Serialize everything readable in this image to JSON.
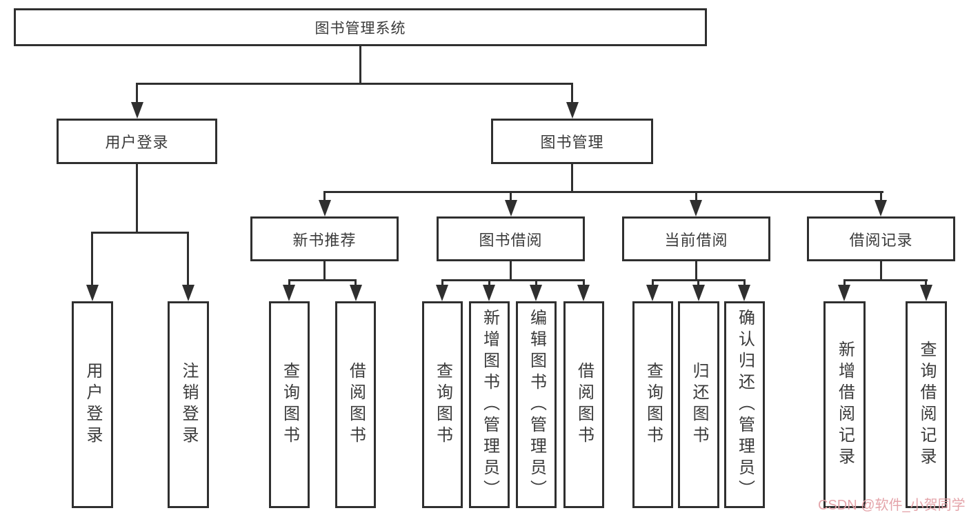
{
  "colors": {
    "background": "#ffffff",
    "line": "#2f2f2f",
    "text": "#3a3a3a",
    "watermark": "#e3a0a6"
  },
  "nodes": {
    "root": {
      "label": "图书管理系统"
    },
    "user_login": {
      "label": "用户登录"
    },
    "book_mgmt": {
      "label": "图书管理"
    },
    "new_books": {
      "label": "新书推荐"
    },
    "book_borrow": {
      "label": "图书借阅"
    },
    "current_borrow": {
      "label": "当前借阅"
    },
    "borrow_records": {
      "label": "借阅记录"
    },
    "leaf_user_login": {
      "label": "用户登录"
    },
    "leaf_logout": {
      "label": "注销登录"
    },
    "leaf_query_books_1": {
      "label": "查询图书"
    },
    "leaf_borrow_books_1": {
      "label": "借阅图书"
    },
    "leaf_query_books_2": {
      "label": "查询图书"
    },
    "leaf_add_books": {
      "label": "新增图书（管理员）"
    },
    "leaf_edit_books": {
      "label": "编辑图书（管理员）"
    },
    "leaf_borrow_books_2": {
      "label": "借阅图书"
    },
    "leaf_query_books_3": {
      "label": "查询图书"
    },
    "leaf_return_books": {
      "label": "归还图书"
    },
    "leaf_confirm_return": {
      "label": "确认归还（管理员）"
    },
    "leaf_add_record": {
      "label": "新增借阅记录"
    },
    "leaf_query_record": {
      "label": "查询借阅记录"
    }
  },
  "watermark": {
    "text": "CSDN @软件_小贺同学"
  }
}
